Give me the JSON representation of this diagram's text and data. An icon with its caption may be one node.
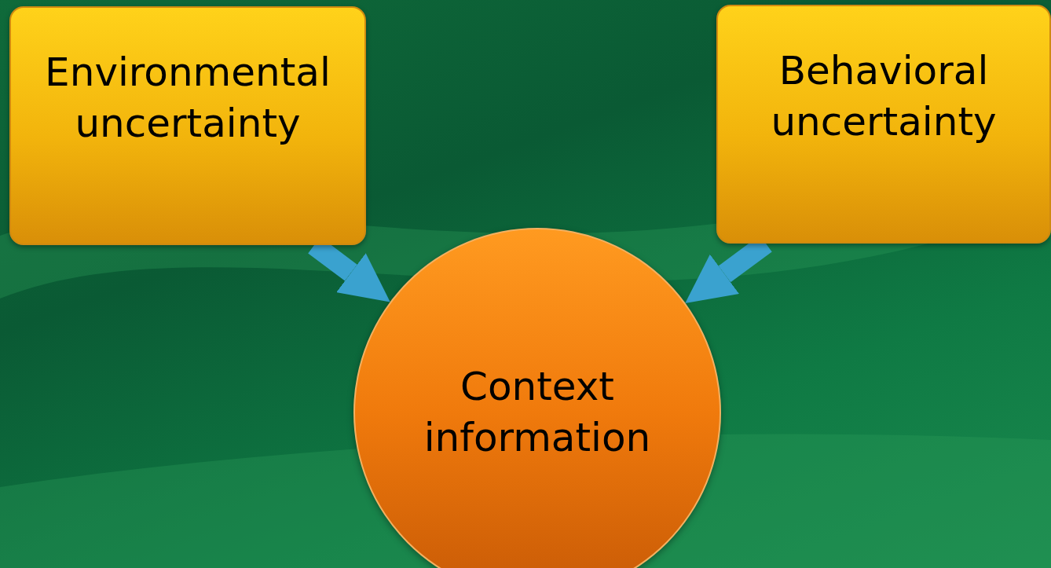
{
  "diagram": {
    "nodes": [
      {
        "text": [
          "Environmental uncertainty"
        ]
      },
      {
        "text": [
          "Behavioral uncertainty"
        ]
      },
      {
        "text": [
          "Context information"
        ]
      }
    ],
    "edges": [
      {
        "from": 0,
        "to": 2,
        "arrow": "to"
      },
      {
        "from": 1,
        "to": 2,
        "arrow": "to"
      }
    ]
  }
}
